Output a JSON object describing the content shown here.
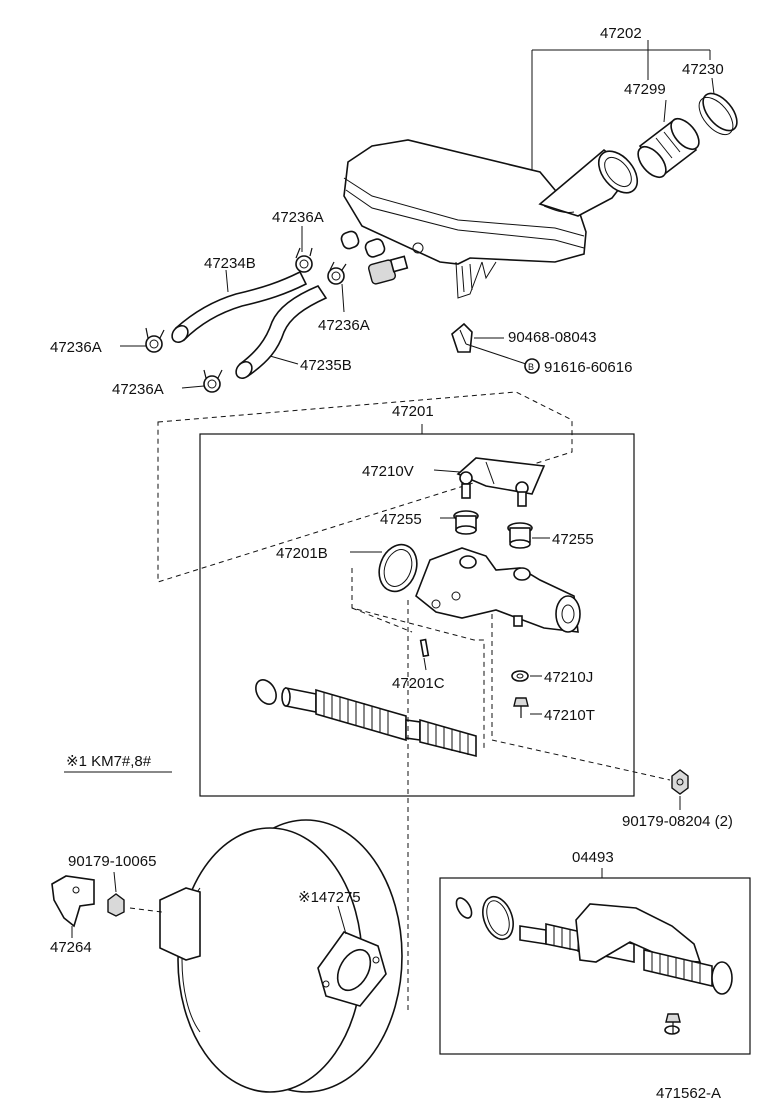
{
  "labels": {
    "p47202": "47202",
    "p47230": "47230",
    "p47299": "47299",
    "p47236A_top": "47236A",
    "p47234B": "47234B",
    "p47236A_right": "47236A",
    "p47236A_left": "47236A",
    "p47236A_lower": "47236A",
    "p47235B": "47235B",
    "p90468": "90468-08043",
    "p91616": "91616-60616",
    "p47201": "47201",
    "p47210V": "47210V",
    "p47255_left": "47255",
    "p47255_right": "47255",
    "p47201B": "47201B",
    "p47201C": "47201C",
    "p47210J": "47210J",
    "p47210T": "47210T",
    "note_km7": "※1 KM7#,8#",
    "p90179_08204": "90179-08204 (2)",
    "p90179_10065": "90179-10065",
    "p04493": "04493",
    "p147275": "※147275",
    "p47264": "47264",
    "figure_id": "471562-A"
  }
}
